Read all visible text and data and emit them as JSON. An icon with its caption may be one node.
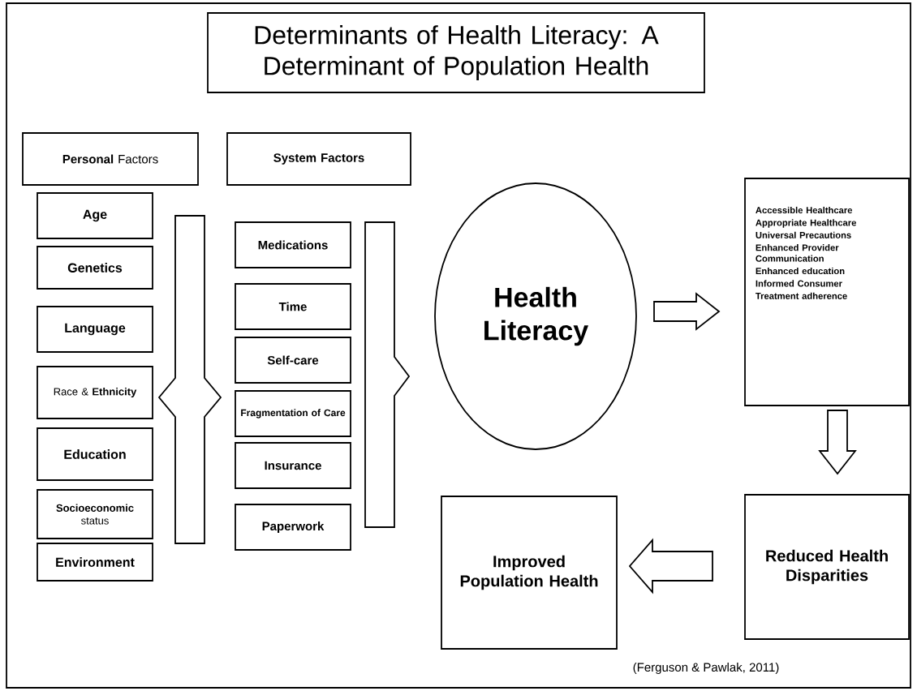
{
  "diagram": {
    "title": "Determinants of Health Literacy: A Determinant of Population Health",
    "nodes": [
      {
        "text": [
          "**Personal** Factors"
        ]
      },
      {
        "text": [
          "System Factors"
        ]
      },
      {
        "text": [
          "Age"
        ]
      },
      {
        "text": [
          "Genetics"
        ]
      },
      {
        "text": [
          "Language"
        ]
      },
      {
        "text": [
          "Race & **Ethnicity**"
        ]
      },
      {
        "text": [
          "Education"
        ]
      },
      {
        "text": [
          "**Socioeconomic** status"
        ]
      },
      {
        "text": [
          "Environment"
        ]
      },
      {
        "text": [],
        "shape": "bar"
      },
      {
        "text": [
          "Medications"
        ]
      },
      {
        "text": [
          "Time"
        ]
      },
      {
        "text": [
          "Self-care"
        ]
      },
      {
        "text": [
          "Fragmentation of Care"
        ]
      },
      {
        "text": [
          "Insurance"
        ]
      },
      {
        "text": [
          "Paperwork"
        ]
      },
      {
        "text": [],
        "shape": "bar"
      },
      {
        "text": [
          "Health Literacy"
        ]
      },
      {
        "text": [
          "Accessible Healthcare",
          "Appropriate Healthcare",
          "Universal Precautions",
          "Enhanced Provider Communication",
          "Enhanced education",
          "Informed Consumer",
          "Treatment adherence"
        ]
      },
      {
        "text": [
          "Reduced Health Disparities"
        ]
      },
      {
        "text": [
          "Improved Population Health"
        ]
      }
    ],
    "edges": [
      {
        "from": 17,
        "to": 18,
        "arrow": "to"
      },
      {
        "from": 18,
        "to": 19,
        "arrow": "to"
      },
      {
        "from": 19,
        "to": 20,
        "arrow": "to"
      }
    ],
    "caption": "(Ferguson & Pawlak, 2011)"
  }
}
